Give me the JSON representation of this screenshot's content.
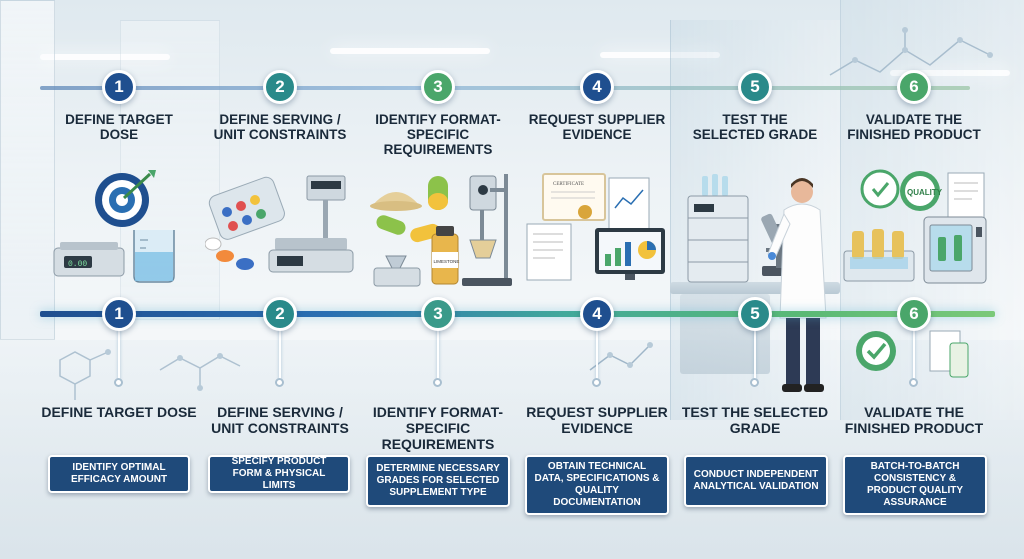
{
  "steps": [
    {
      "num": "1",
      "title_top": "DEFINE TARGET DOSE",
      "title_bottom": "DEFINE TARGET DOSE",
      "desc": "IDENTIFY OPTIMAL EFFICACY AMOUNT",
      "color": "#1f4f8f"
    },
    {
      "num": "2",
      "title_top": "DEFINE SERVING / UNIT CONSTRAINTS",
      "title_bottom": "DEFINE SERVING / UNIT CONSTRAINTS",
      "desc": "SPECIFY PRODUCT FORM & PHYSICAL LIMITS",
      "color": "#2a8a8a"
    },
    {
      "num": "3",
      "title_top": "IDENTIFY FORMAT-SPECIFIC REQUIREMENTS",
      "title_bottom": "IDENTIFY FORMAT-SPECIFIC REQUIREMENTS",
      "desc": "DETERMINE NECESSARY GRADES FOR SELECTED SUPPLEMENT TYPE",
      "color": "#4aa66a"
    },
    {
      "num": "4",
      "title_top": "REQUEST SUPPLIER EVIDENCE",
      "title_bottom": "REQUEST SUPPLIER EVIDENCE",
      "desc": "OBTAIN TECHNICAL DATA, SPECIFICATIONS & QUALITY DOCUMENTATION",
      "color": "#1f4f8f"
    },
    {
      "num": "5",
      "title_top": "TEST THE SELECTED GRADE",
      "title_bottom": "TEST THE SELECTED GRADE",
      "desc": "CONDUCT INDEPENDENT ANALYTICAL VALIDATION",
      "color": "#2a8a8a"
    },
    {
      "num": "6",
      "title_top": "VALIDATE THE FINISHED PRODUCT",
      "title_bottom": "VALIDATE THE FINISHED PRODUCT",
      "desc": "BATCH-TO-BATCH CONSISTENCY & PRODUCT QUALITY ASSURANCE",
      "color": "#4aa66a"
    }
  ],
  "labels": {
    "certificate": "CERTIFICATE",
    "bottle": "LIMESTONE",
    "quality": "QUALITY"
  },
  "icons": [
    "target-icon",
    "scale-icon",
    "beaker-icon",
    "pills-icon",
    "powder-icon",
    "capsule-icon",
    "mixer-icon",
    "certificate-icon",
    "documents-icon",
    "monitor-chart-icon",
    "hplc-machine-icon",
    "microscope-icon",
    "scientist-icon",
    "quality-seal-icon",
    "incubator-icon",
    "molecule-icon"
  ]
}
